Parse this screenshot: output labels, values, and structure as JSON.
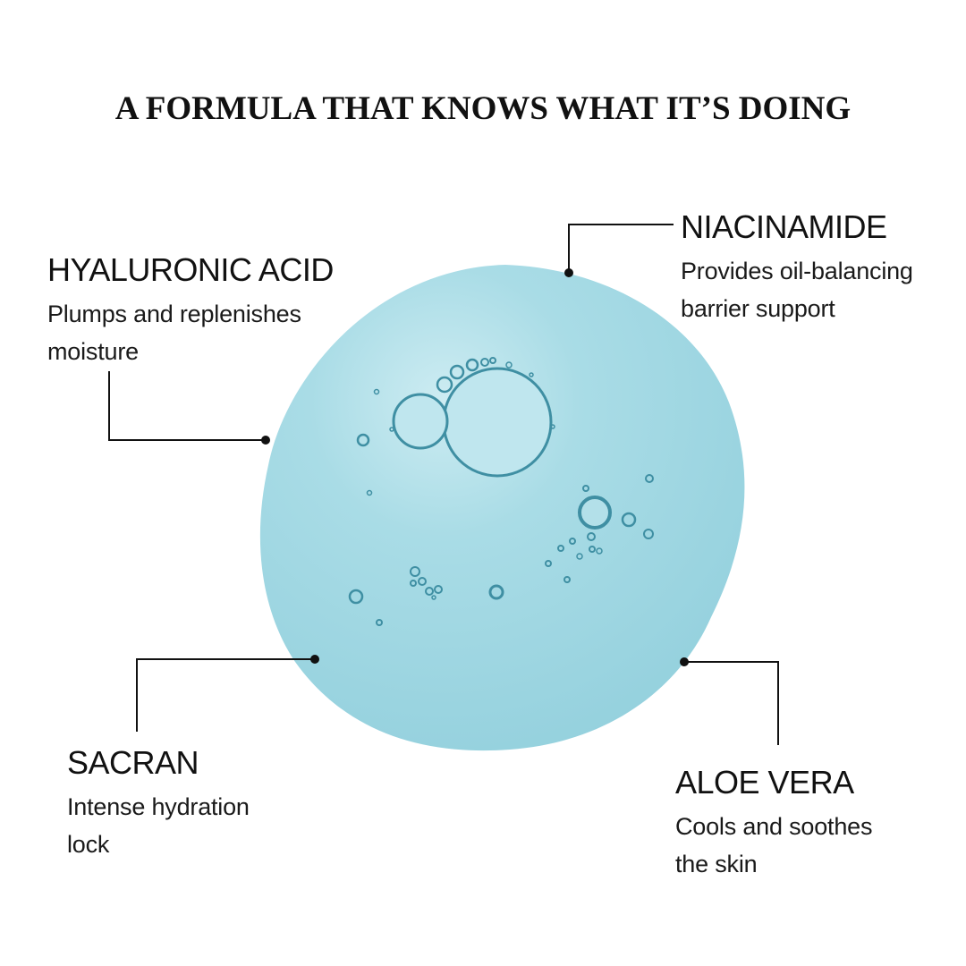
{
  "headline": "A FORMULA THAT KNOWS WHAT IT’S DOING",
  "ingredients": {
    "hyaluronic": {
      "name": "HYALURONIC ACID",
      "line1": "Plumps and replenishes",
      "line2": "moisture"
    },
    "niacinamide": {
      "name": "NIACINAMIDE",
      "line1": "Provides oil-balancing",
      "line2": "barrier support"
    },
    "sacran": {
      "name": "SACRAN",
      "line1": "Intense hydration",
      "line2": "lock"
    },
    "aloe": {
      "name": "ALOE VERA",
      "line1": "Cools and soothes",
      "line2": "the skin"
    }
  },
  "colors": {
    "gel": "#9fd7e2",
    "gel_light": "#c6eaf0",
    "bubble_ring": "#3f8fa3",
    "leader": "#111111"
  },
  "illustration": "serum-gel-drop-with-bubbles"
}
